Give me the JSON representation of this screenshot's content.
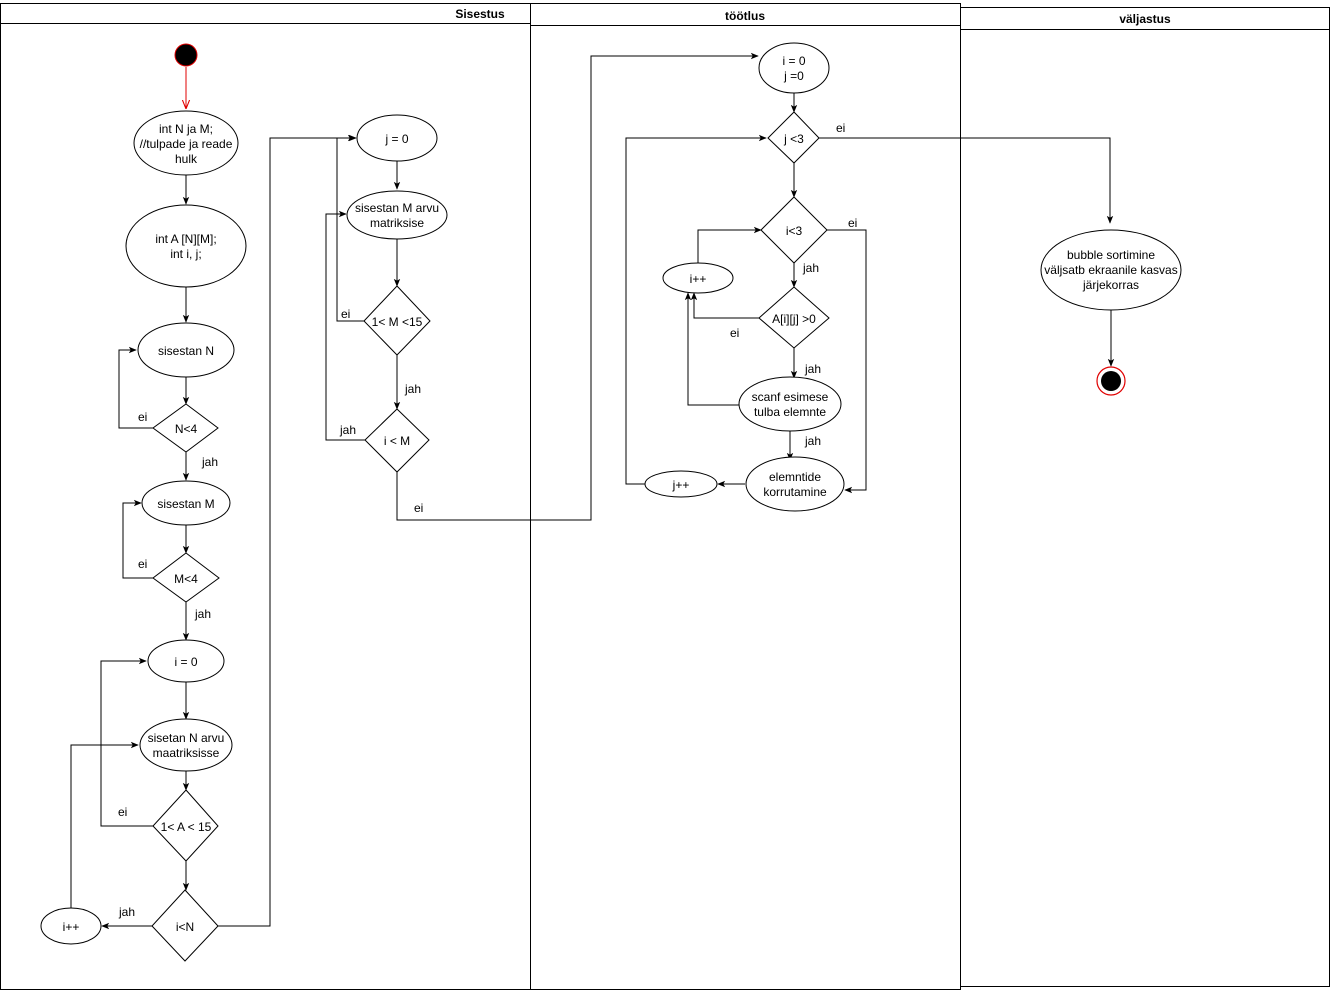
{
  "lanes": {
    "sisestus": "Sisestus",
    "tootlus": "töötlus",
    "valjastus": "väljastus"
  },
  "nodes": {
    "init_nm": [
      "int N ja M;",
      "//tulpade ja reade",
      "hulk"
    ],
    "init_a": [
      "int A [N][M];",
      "int i, j;"
    ],
    "input_n": "sisestan N",
    "dec_n": "N<4",
    "input_m": "sisestan M",
    "dec_m": "M<4",
    "i_zero_1": "i = 0",
    "input_n_numbers": [
      "sisetan N arvu",
      "maatriksisse"
    ],
    "dec_a": "1< A < 15",
    "dec_i_n": "i<N",
    "i_inc_1": "i++",
    "j_zero_1": "j = 0",
    "input_m_numbers": [
      "sisestan M arvu",
      "matriksise"
    ],
    "dec_m_range": "1< M <15",
    "dec_i_m": "i < M",
    "ij_zero": [
      "i = 0",
      "j =0"
    ],
    "dec_j3": "j <3",
    "dec_i3": "i<3",
    "i_inc_2": "i++",
    "dec_aij": "A[i][j] >0",
    "scanf": [
      "scanf esimese",
      "tulba elemnte"
    ],
    "multiply": [
      "elemntide",
      "korrutamine"
    ],
    "j_inc": "j++",
    "bubble": [
      "bubble sortimine",
      "väljsatb ekraanile kasvas",
      "järjekorras"
    ]
  },
  "edge_labels": {
    "ei": "ei",
    "jah": "jah"
  },
  "colors": {
    "start_fill": "#000000",
    "start_ring": "#e00000",
    "first_arrow": "#e00000",
    "stroke": "#000000"
  }
}
